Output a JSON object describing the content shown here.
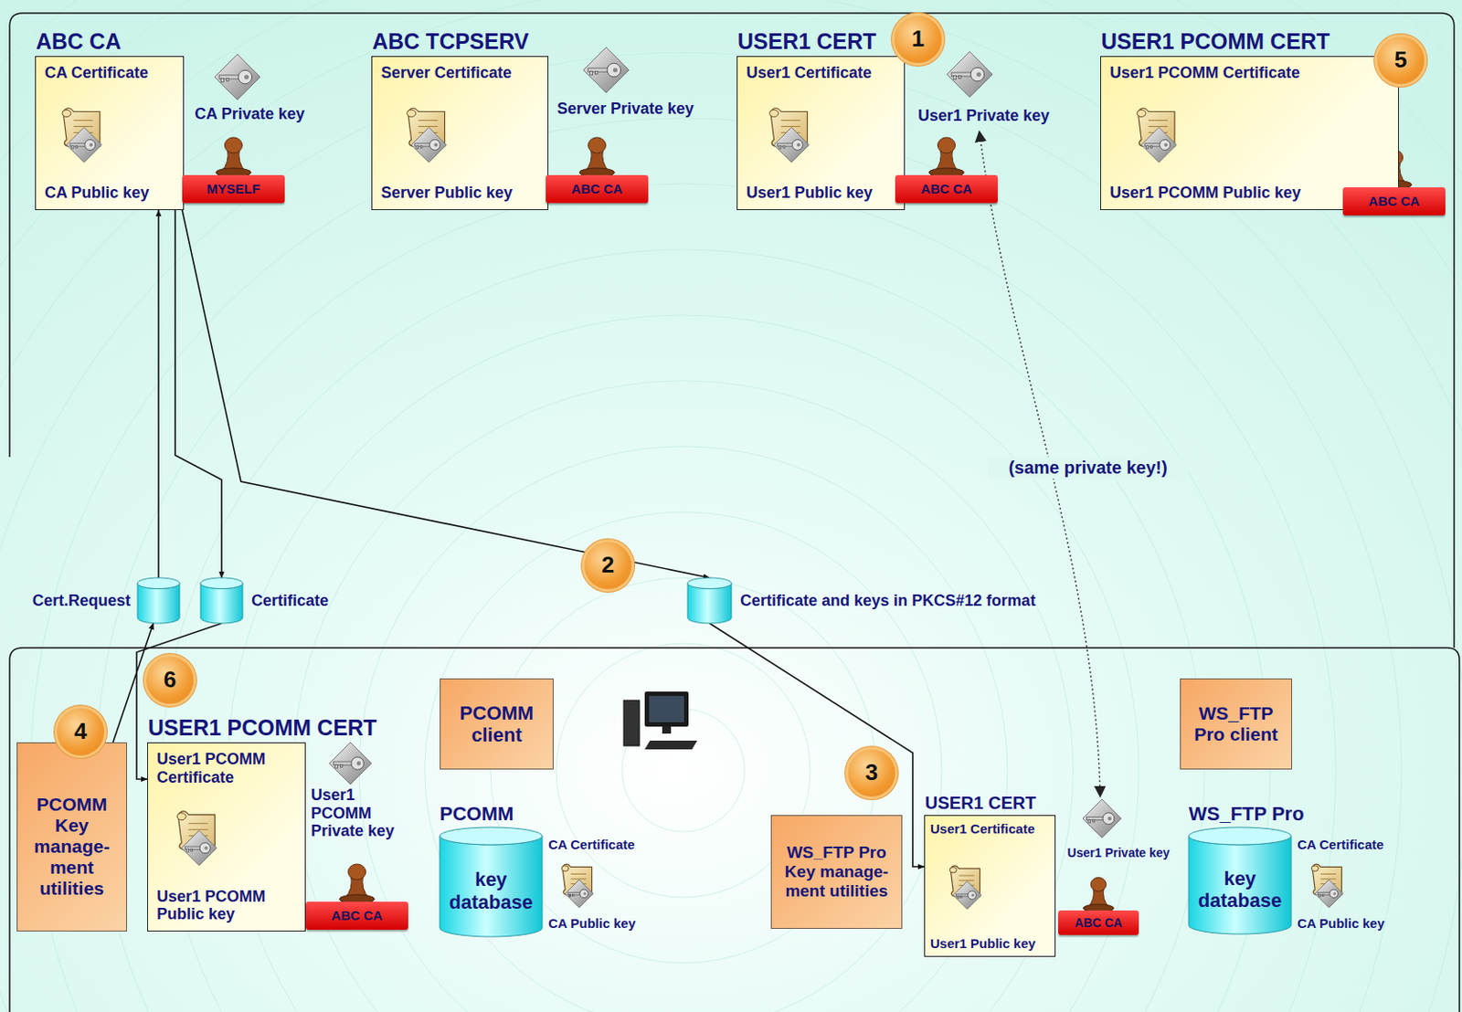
{
  "diagram": {
    "nodes": [
      {
        "text": [
          "ABC CA",
          "CA Certificate",
          "CA Public key"
        ]
      },
      {
        "text": [
          "ABC TCPSERV",
          "Server Certificate",
          "Server Public key"
        ]
      },
      {
        "text": [
          "USER1 CERT",
          "User1 Certificate",
          "User1 Public key"
        ]
      },
      {
        "text": [
          "USER1 PCOMM CERT",
          "User1 PCOMM Certificate",
          "User1 PCOMM Public key"
        ]
      },
      {
        "text": [
          "Cert.Request"
        ]
      },
      {
        "text": [
          "Certificate"
        ]
      },
      {
        "text": [
          "Certificate and keys in PKCS#12 format"
        ]
      },
      {
        "text": [
          "PCOMM Key manage- ment utilities"
        ]
      },
      {
        "text": [
          "USER1 PCOMM CERT",
          "User1 PCOMM Certificate",
          "User1 PCOMM Public key"
        ]
      },
      {
        "text": [
          "PCOMM client"
        ]
      },
      {
        "text": [
          "PCOMM",
          "key database"
        ]
      },
      {
        "text": [
          "WS_FTP Pro Key manage- ment utilities"
        ]
      },
      {
        "text": [
          "USER1 CERT",
          "User1 Certificate",
          "User1 Public key"
        ]
      },
      {
        "text": [
          "WS_FTP Pro client"
        ]
      },
      {
        "text": [
          "WS_FTP Pro",
          "key database"
        ]
      }
    ],
    "edges": [
      {
        "from": 4,
        "to": 0,
        "arrow": "to"
      },
      {
        "from": 0,
        "to": 5,
        "arrow": "to"
      },
      {
        "from": 0,
        "to": 6,
        "arrow": "to"
      },
      {
        "from": 6,
        "to": 12,
        "arrow": "to"
      },
      {
        "from": 7,
        "to": 4,
        "arrow": "to"
      },
      {
        "from": 5,
        "to": 8,
        "arrow": "to"
      }
    ],
    "labels": [
      "CA Private key",
      "MYSELF",
      "Server Private key",
      "ABC CA",
      "1",
      "User1 Private key",
      "ABC CA",
      "5",
      "ABC CA",
      "(same private key!)",
      "2",
      "6",
      "4",
      "User1 PCOMM Private key",
      "ABC CA",
      "CA Certificate",
      "CA Public key",
      "3",
      "User1 Private key",
      "ABC CA",
      "CA Certificate",
      "CA Public key"
    ]
  }
}
